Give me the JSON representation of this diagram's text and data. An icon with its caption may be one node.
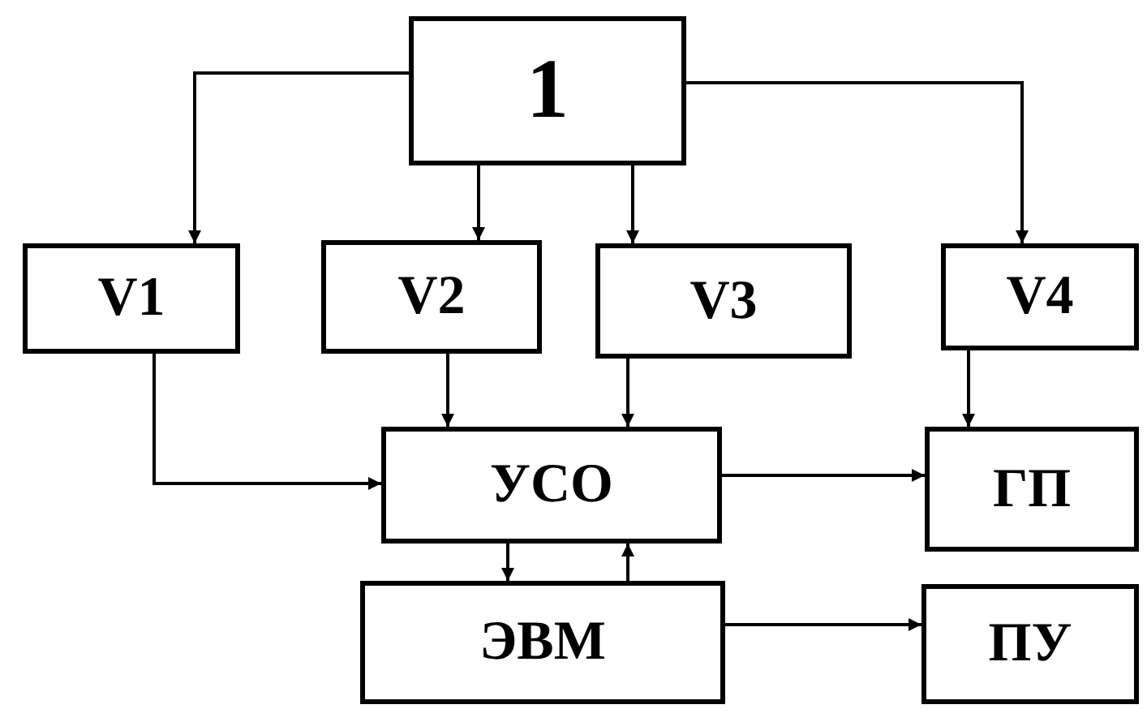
{
  "diagram": {
    "nodes": [
      {
        "text": [
          "1"
        ]
      },
      {
        "text": [
          "V1"
        ]
      },
      {
        "text": [
          "V2"
        ]
      },
      {
        "text": [
          "V3"
        ]
      },
      {
        "text": [
          "V4"
        ]
      },
      {
        "text": [
          "УСО"
        ]
      },
      {
        "text": [
          "ГП"
        ]
      },
      {
        "text": [
          "ЭВМ"
        ]
      },
      {
        "text": [
          "ПУ"
        ]
      }
    ],
    "edges": [
      {
        "from": 0,
        "to": 1,
        "arrow": "to"
      },
      {
        "from": 0,
        "to": 2,
        "arrow": "to"
      },
      {
        "from": 0,
        "to": 3,
        "arrow": "to"
      },
      {
        "from": 0,
        "to": 4,
        "arrow": "to"
      },
      {
        "from": 1,
        "to": 5,
        "arrow": "to"
      },
      {
        "from": 2,
        "to": 5,
        "arrow": "to"
      },
      {
        "from": 3,
        "to": 5,
        "arrow": "to"
      },
      {
        "from": 4,
        "to": 6,
        "arrow": "to"
      },
      {
        "from": 5,
        "to": 6,
        "arrow": "to"
      },
      {
        "from": 5,
        "to": 7,
        "arrow": "to"
      },
      {
        "from": 7,
        "to": 5,
        "arrow": "to"
      },
      {
        "from": 7,
        "to": 8,
        "arrow": "to"
      }
    ]
  }
}
